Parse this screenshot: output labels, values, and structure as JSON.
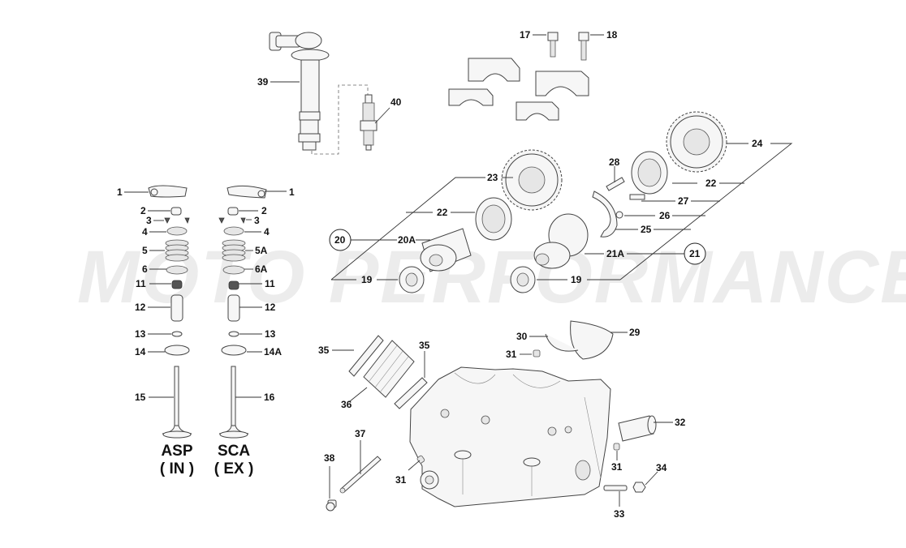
{
  "watermark": "MOTO PERFORMANCE",
  "valve_groups": {
    "intake": {
      "line1": "ASP",
      "line2": "( IN )"
    },
    "exhaust": {
      "line1": "SCA",
      "line2": "( EX )"
    }
  },
  "labels": {
    "l1a": "1",
    "l1b": "1",
    "l2a": "2",
    "l2b": "2",
    "l3a": "3",
    "l3b": "3",
    "l4a": "4",
    "l4b": "4",
    "l5": "5",
    "l5A": "5A",
    "l6": "6",
    "l6A": "6A",
    "l11a": "11",
    "l11b": "11",
    "l12a": "12",
    "l12b": "12",
    "l13a": "13",
    "l13b": "13",
    "l14": "14",
    "l14A": "14A",
    "l15": "15",
    "l16": "16",
    "l17": "17",
    "l18": "18",
    "l19a": "19",
    "l19b": "19",
    "l20": "20",
    "l20A": "20A",
    "l21": "21",
    "l21A": "21A",
    "l22a": "22",
    "l22b": "22",
    "l23": "23",
    "l24": "24",
    "l25": "25",
    "l26": "26",
    "l27": "27",
    "l28": "28",
    "l29": "29",
    "l30": "30",
    "l31a": "31",
    "l31b": "31",
    "l31c": "31",
    "l32": "32",
    "l33": "33",
    "l34": "34",
    "l35a": "35",
    "l35b": "35",
    "l36": "36",
    "l37": "37",
    "l38": "38",
    "l39": "39",
    "l40": "40"
  }
}
